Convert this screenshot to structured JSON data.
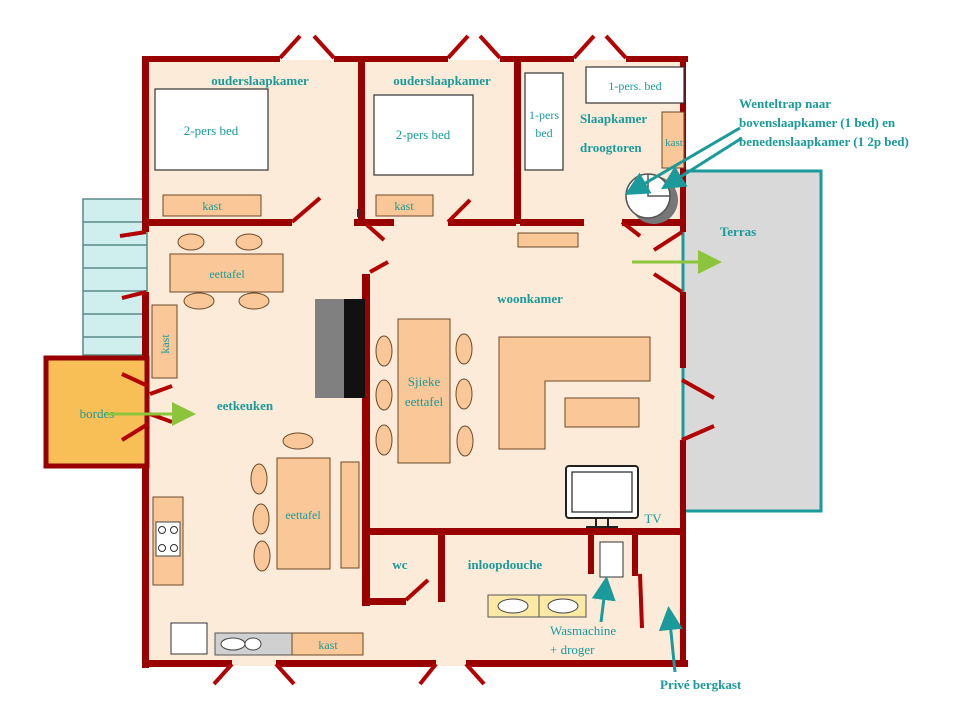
{
  "colors": {
    "wall": "#990000",
    "floor": "#fdebd9",
    "furniture": "#fac898",
    "label": "#1a9a9a",
    "terrace": "#d9d9d9",
    "terrace_border": "#1a9a9a",
    "bordes": "#f7bf55",
    "arrow_green": "#8cc43c",
    "arrow_teal": "#1a9a9a"
  },
  "rooms": {
    "bedroom1": "ouderslaapkamer",
    "bedroom2": "ouderslaapkamer",
    "bedroom3_line1": "Slaapkamer",
    "bedroom3_line2": "droogtoren",
    "living": "woonkamer",
    "kitchen": "eetkeuken",
    "terrace": "Terras",
    "landing": "bordes",
    "wc": "wc",
    "shower": "inloopdouche"
  },
  "furniture": {
    "bed_double_1": "2-pers bed",
    "bed_double_2": "2-pers bed",
    "bed_single_a_line1": "1-pers",
    "bed_single_a_line2": "bed",
    "bed_single_b": "1-pers. bed",
    "wardrobe": "kast",
    "dining_table": "eettafel",
    "fancy_table_line1": "Sjieke",
    "fancy_table_line2": "eettafel",
    "tv": "TV"
  },
  "annotations": {
    "stair_line1": "Wenteltrap naar",
    "stair_line2": "bovenslaapkamer (1 bed) en",
    "stair_line3": "benedenslaapkamer (1 2p bed)",
    "washer_line1": "Wasmachine",
    "washer_line2": "+ droger",
    "storage": "Privé bergkast"
  }
}
